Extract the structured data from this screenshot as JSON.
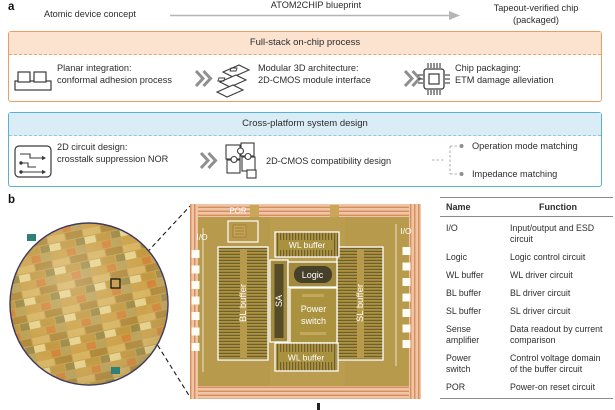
{
  "figure": {
    "panel_a_label": "a",
    "panel_b_label": "b"
  },
  "flow": {
    "source": "Atomic device concept",
    "arrow_label": "ATOM2CHIP blueprint",
    "target_line1": "Tapeout-verified chip",
    "target_line2": "(packaged)"
  },
  "onchip": {
    "title": "Full-stack on-chip process",
    "border_color": "#ef9c62",
    "header_fill": "#fbe3d0",
    "steps": [
      {
        "icon": "planar-stack-icon",
        "line1": "Planar integration:",
        "line2": "conformal adhesion process"
      },
      {
        "icon": "stacked-layers-icon",
        "line1": "Modular 3D architecture:",
        "line2": "2D-CMOS module interface"
      },
      {
        "icon": "chip-package-icon",
        "line1": "Chip packaging:",
        "line2": "ETM damage alleviation"
      }
    ]
  },
  "system": {
    "title": "Cross-platform system design",
    "border_color": "#58b0d2",
    "header_fill": "#daecf6",
    "steps": [
      {
        "icon": "nor-circuit-icon",
        "line1": "2D circuit design:",
        "line2": "crosstalk suppression NOR"
      },
      {
        "icon": "puzzle-icon",
        "line1": "2D-CMOS compatibility design"
      }
    ],
    "outcomes": [
      "Operation mode matching",
      "Impedance matching"
    ]
  },
  "chip": {
    "labels": {
      "por": "POR",
      "io_left": "I/O",
      "io_right": "I/O",
      "wl_buffer_top": "WL buffer",
      "wl_buffer_bottom": "WL buffer",
      "bl_buffer": "BL buffer",
      "sl_buffer": "SL buffer",
      "sa": "SA",
      "logic": "Logic",
      "power_line1": "Power",
      "power_line2": "switch"
    }
  },
  "table": {
    "headers": [
      "Name",
      "Function"
    ],
    "rows": [
      {
        "name": "I/O",
        "function": "Input/output and ESD circuit"
      },
      {
        "name": "Logic",
        "function": "Logic control circuit"
      },
      {
        "name": "WL buffer",
        "function": "WL driver circuit"
      },
      {
        "name": "BL buffer",
        "function": "BL driver circuit"
      },
      {
        "name": "SL buffer",
        "function": "SL driver circuit"
      },
      {
        "name": "Sense amplifier",
        "function": "Data readout by current comparison"
      },
      {
        "name": "Power switch",
        "function": "Control voltage domain of the buffer circuit"
      },
      {
        "name": "POR",
        "function": "Power-on reset circuit"
      }
    ]
  }
}
